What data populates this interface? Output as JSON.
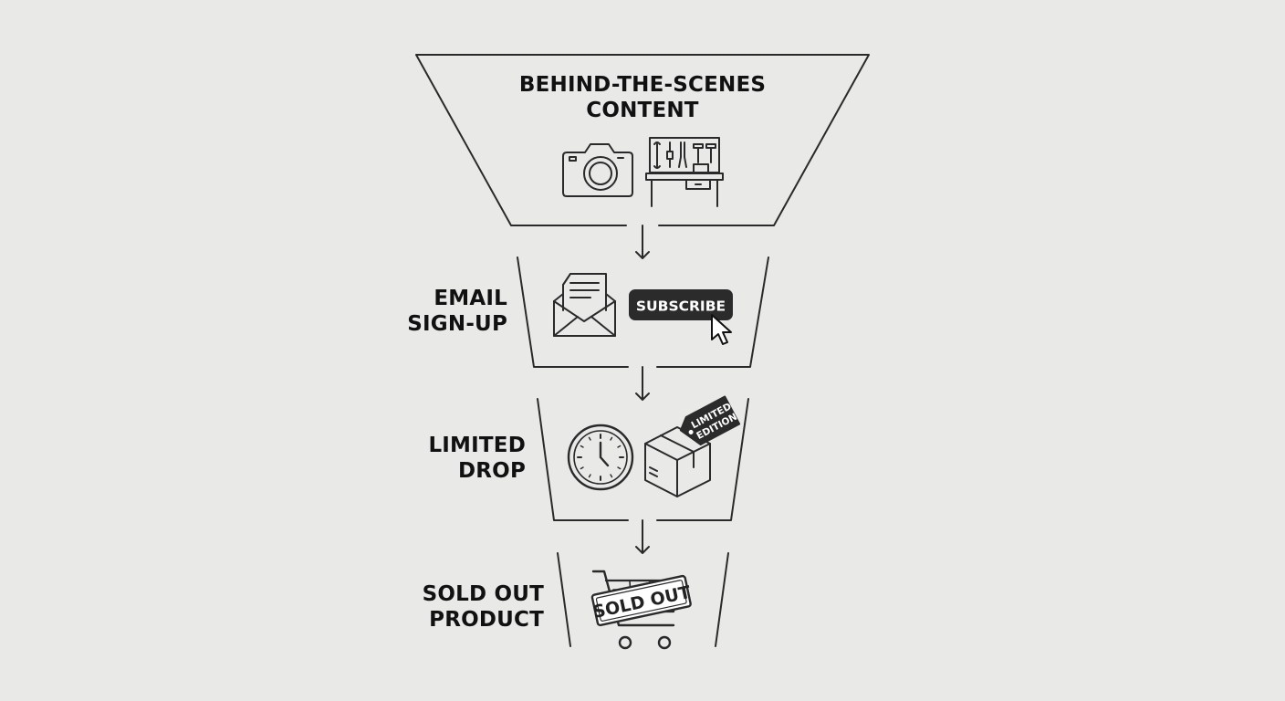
{
  "funnel": {
    "stages": [
      {
        "id": "behind-the-scenes",
        "label_line1": "BEHIND-THE-SCENES",
        "label_line2": "CONTENT",
        "icons": [
          "camera-icon",
          "workbench-icon"
        ]
      },
      {
        "id": "email-signup",
        "label_line1": "EMAIL",
        "label_line2": "SIGN-UP",
        "icons": [
          "envelope-icon",
          "cursor-icon"
        ],
        "button_label": "SUBSCRIBE"
      },
      {
        "id": "limited-drop",
        "label_line1": "LIMITED",
        "label_line2": "DROP",
        "icons": [
          "clock-icon",
          "box-icon"
        ],
        "tag_line1": "LIMITED",
        "tag_line2": "EDITION"
      },
      {
        "id": "sold-out",
        "label_line1": "SOLD OUT",
        "label_line2": "PRODUCT",
        "icons": [
          "cart-icon"
        ],
        "stamp_label": "SOLD OUT"
      }
    ],
    "connector_icon": "arrow-down-icon",
    "colors": {
      "background": "#e9e9e8",
      "stroke": "#2a2a2a",
      "dark_fill": "#2b2b2b",
      "text": "#111111"
    }
  }
}
